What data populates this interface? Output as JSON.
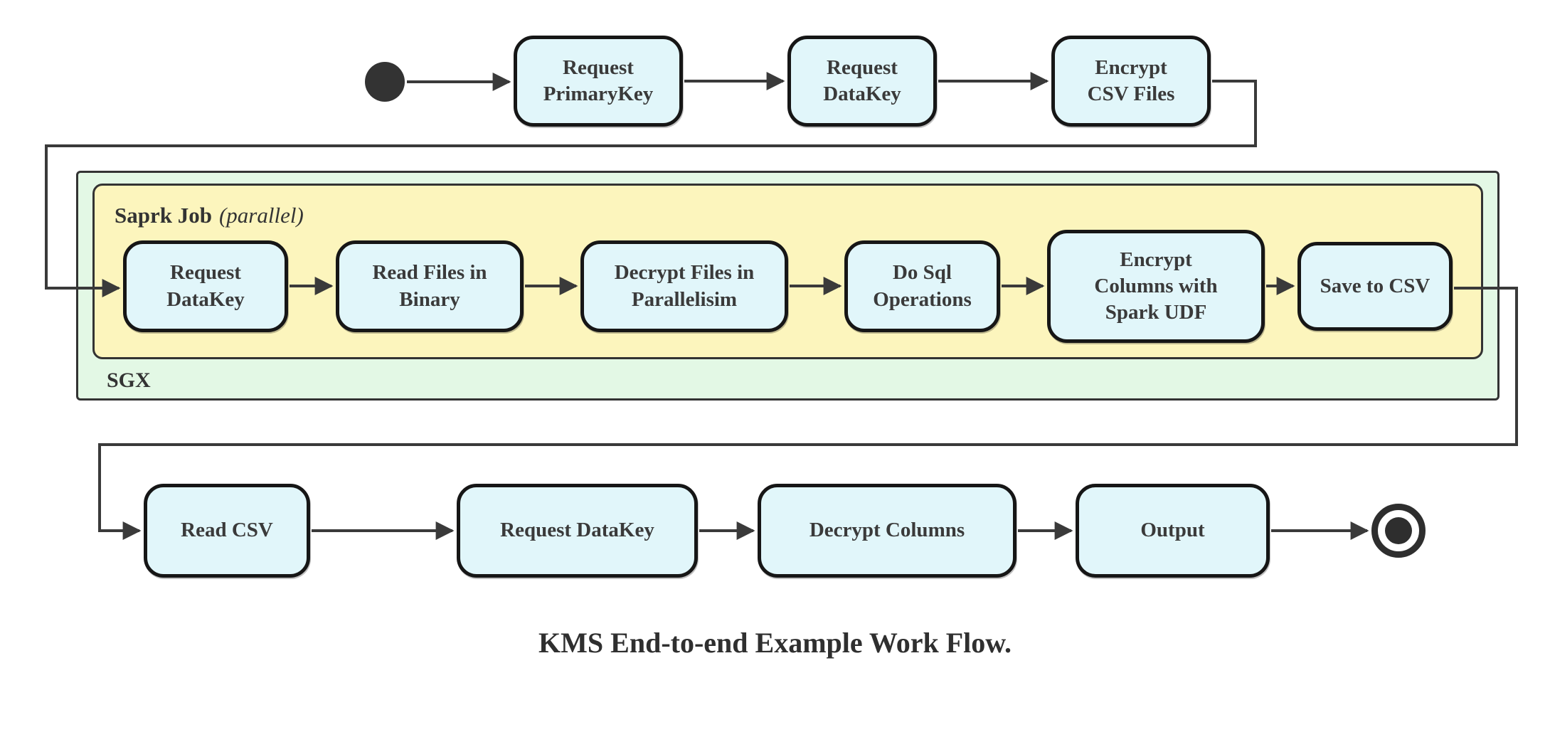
{
  "diagram": {
    "caption": "KMS End-to-end Example Work Flow.",
    "colors": {
      "node_fill": "#e1f6fa",
      "node_border": "#161616",
      "sgx_fill": "#e3f8e5",
      "spark_fill": "#fcf5bd",
      "edge": "#3a3a3a",
      "text": "#3a3a3a"
    },
    "top_row": [
      {
        "label": "Request\nPrimaryKey"
      },
      {
        "label": "Request\nDataKey"
      },
      {
        "label": "Encrypt\nCSV Files"
      }
    ],
    "sgx": {
      "label": "SGX",
      "spark": {
        "label_bold": "Saprk Job",
        "label_italic": "(parallel)",
        "nodes": [
          {
            "label": "Request\nDataKey"
          },
          {
            "label": "Read Files in\nBinary"
          },
          {
            "label": "Decrypt Files in\nParallelisim"
          },
          {
            "label": "Do Sql\nOperations"
          },
          {
            "label": "Encrypt\nColumns with\nSpark UDF"
          },
          {
            "label": "Save to CSV"
          }
        ]
      }
    },
    "bottom_row": [
      {
        "label": "Read CSV"
      },
      {
        "label": "Request DataKey"
      },
      {
        "label": "Decrypt Columns"
      },
      {
        "label": "Output"
      }
    ]
  }
}
